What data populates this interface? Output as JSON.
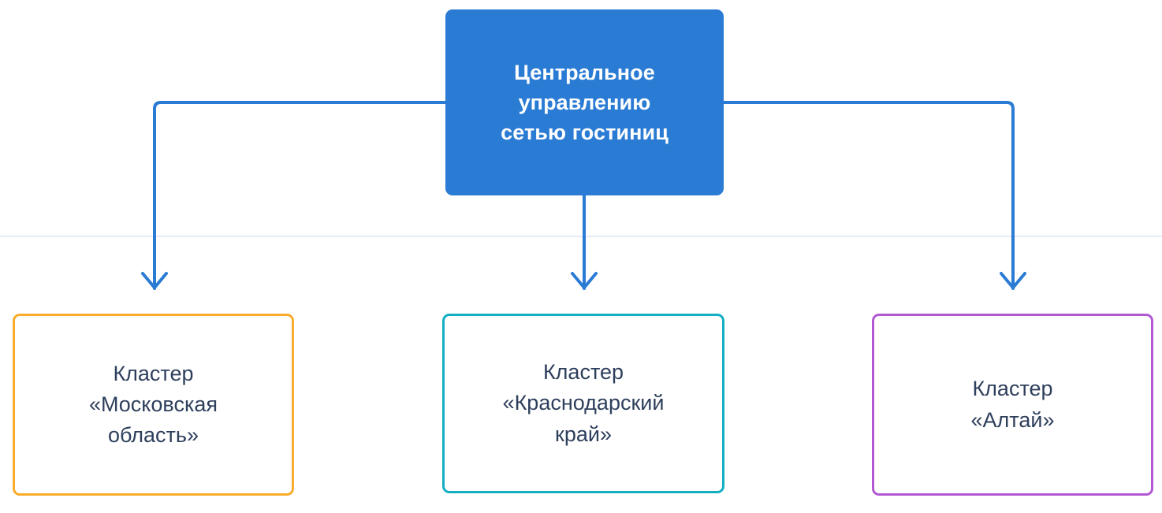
{
  "diagram": {
    "type": "org-chart",
    "orientation": "top-down",
    "root": {
      "id": "central-management",
      "label": "Центральное\nуправлению\nсетью гостиниц",
      "fill_color": "#2a7bd4",
      "text_color": "#ffffff"
    },
    "children": [
      {
        "id": "cluster-moscow-region",
        "label": "Кластер\n«Московская\nобласть»",
        "border_color": "#f9ab2b",
        "fill_color": "#ffffff",
        "text_color": "#2e3f5c"
      },
      {
        "id": "cluster-krasnodar-krai",
        "label": "Кластер\n«Краснодарский\nкрай»",
        "border_color": "#13aec4",
        "fill_color": "#ffffff",
        "text_color": "#2e3f5c"
      },
      {
        "id": "cluster-altai",
        "label": "Кластер\n«Алтай»",
        "border_color": "#b158d2",
        "fill_color": "#ffffff",
        "text_color": "#2e3f5c"
      }
    ],
    "connectors": {
      "color": "#2a7bd4",
      "stroke_width": 4,
      "arrow_style": "chevron",
      "branches": [
        "left-elbow",
        "center-straight",
        "right-elbow"
      ]
    },
    "divider": {
      "color": "#e4eaf6"
    }
  }
}
